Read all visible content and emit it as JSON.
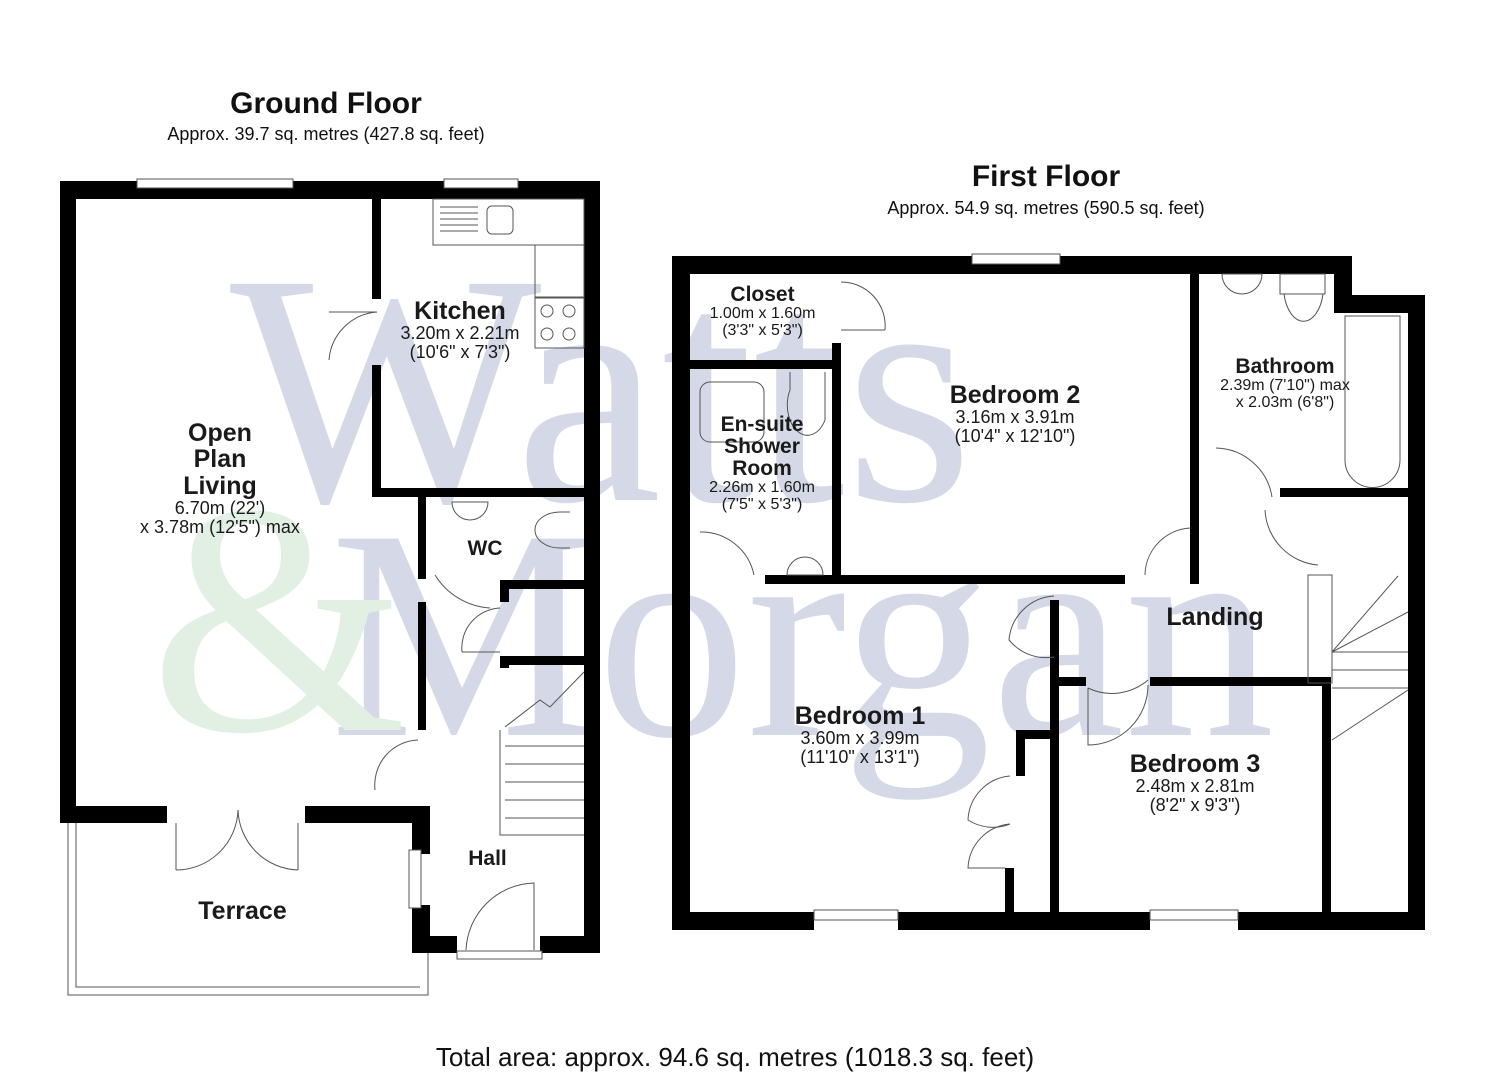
{
  "ground_floor": {
    "title": "Ground Floor",
    "area": "Approx. 39.7 sq. metres (427.8 sq. feet)",
    "rooms": [
      {
        "name_lines": [
          "Open",
          "Plan",
          "Living"
        ],
        "dims": [
          "6.70m (22')",
          "x 3.78m (12'5\") max"
        ]
      },
      {
        "name": "Kitchen",
        "dims": [
          "3.20m x 2.21m",
          "(10'6\" x 7'3\")"
        ]
      },
      {
        "name": "WC"
      },
      {
        "name": "Hall"
      },
      {
        "name": "Terrace"
      }
    ]
  },
  "first_floor": {
    "title": "First Floor",
    "area": "Approx. 54.9 sq. metres (590.5 sq. feet)",
    "rooms": [
      {
        "name": "Closet",
        "dims": [
          "1.00m x 1.60m",
          "(3'3\" x 5'3\")"
        ]
      },
      {
        "name_lines": [
          "En-suite",
          "Shower",
          "Room"
        ],
        "dims": [
          "2.26m x 1.60m",
          "(7'5\" x 5'3\")"
        ]
      },
      {
        "name": "Bedroom 2",
        "dims": [
          "3.16m x 3.91m",
          "(10'4\" x 12'10\")"
        ]
      },
      {
        "name": "Bathroom",
        "dims": [
          "2.39m (7'10\") max",
          "x 2.03m (6'8\")"
        ]
      },
      {
        "name": "Landing"
      },
      {
        "name": "Bedroom 1",
        "dims": [
          "3.60m x 3.99m",
          "(11'10\" x 13'1\")"
        ]
      },
      {
        "name": "Bedroom 3",
        "dims": [
          "2.48m x 2.81m",
          "(8'2\" x 9'3\")"
        ]
      }
    ]
  },
  "total_area": "Total area: approx. 94.6 sq. metres (1018.3 sq. feet)",
  "watermark": {
    "text": "Watts & Morgan",
    "color": "#d5d8e6",
    "ampersand_color": "#e2f0e4"
  },
  "colors": {
    "wall": "#000000",
    "fixture_line": "#555555",
    "background": "#ffffff"
  }
}
